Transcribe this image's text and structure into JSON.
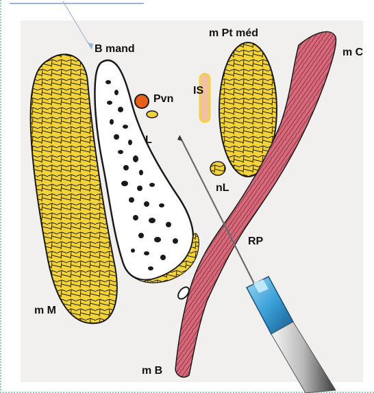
{
  "labels": {
    "b_mand": "B mand",
    "m_pt_med": "m Pt méd",
    "m_c": "m C",
    "pvn": "Pvn",
    "is": "IS",
    "l": "L",
    "nl": "nL",
    "rp": "RP",
    "m_m": "m M",
    "m_b": "m B"
  },
  "colors": {
    "muscle_yellow": "#f2d43a",
    "muscle_outline": "#1a1a1a",
    "muscle_red": "#d9687a",
    "bone_white": "#ffffff",
    "vein_orange": "#e8601a",
    "needle_blue": "#3aa0d8"
  }
}
